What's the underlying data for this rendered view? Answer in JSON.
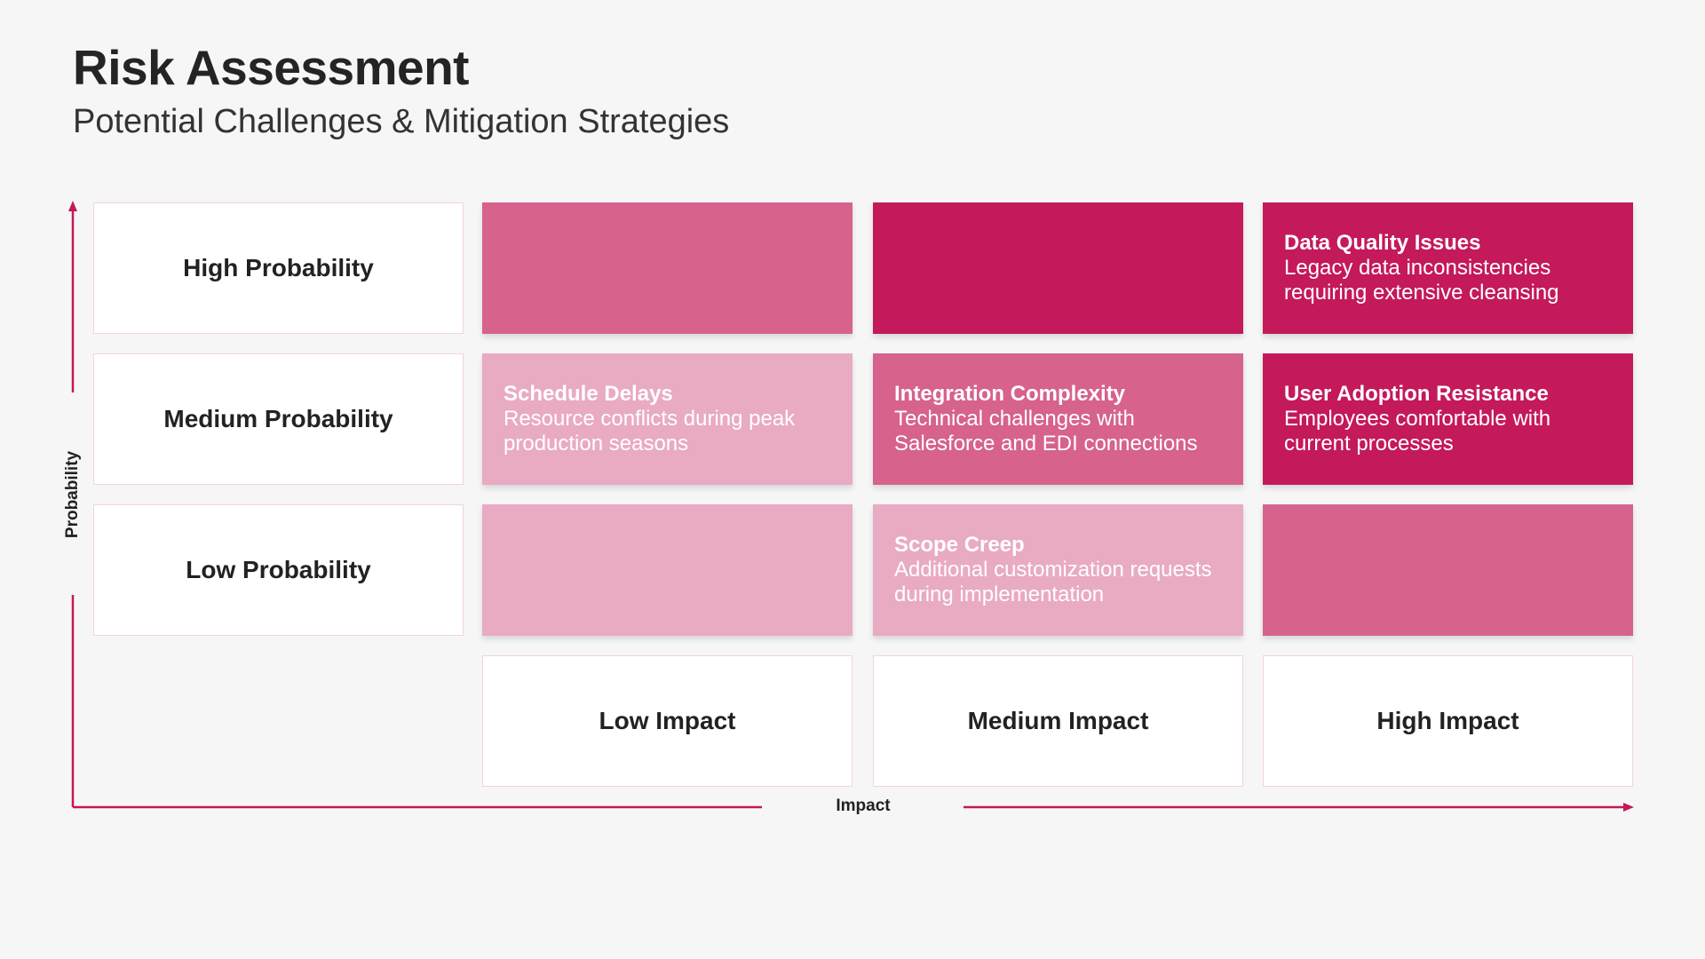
{
  "header": {
    "title": "Risk Assessment",
    "subtitle": "Potential Challenges & Mitigation Strategies"
  },
  "axes": {
    "y_label": "Probability",
    "x_label": "Impact",
    "color": "#c4195a"
  },
  "rows": [
    {
      "label": "High Probability"
    },
    {
      "label": "Medium Probability"
    },
    {
      "label": "Low Probability"
    }
  ],
  "columns": [
    {
      "label": "Low Impact"
    },
    {
      "label": "Medium Impact"
    },
    {
      "label": "High Impact"
    }
  ],
  "colors": {
    "low": "#e9aac4",
    "medium": "#d6628d",
    "high": "#c4195a"
  },
  "matrix": [
    [
      {
        "level": "medium",
        "title": "",
        "desc": ""
      },
      {
        "level": "high",
        "title": "",
        "desc": ""
      },
      {
        "level": "high",
        "title": "Data Quality Issues",
        "desc": "Legacy data inconsistencies requiring extensive cleansing"
      }
    ],
    [
      {
        "level": "low",
        "title": "Schedule Delays",
        "desc": "Resource conflicts during peak production seasons"
      },
      {
        "level": "medium",
        "title": "Integration Complexity",
        "desc": "Technical challenges with Salesforce and EDI connections"
      },
      {
        "level": "high",
        "title": "User Adoption Resistance",
        "desc": "Employees comfortable with current processes"
      }
    ],
    [
      {
        "level": "low",
        "title": "",
        "desc": ""
      },
      {
        "level": "low",
        "title": "Scope Creep",
        "desc": "Additional customization requests during implementation"
      },
      {
        "level": "medium",
        "title": "",
        "desc": ""
      }
    ]
  ]
}
